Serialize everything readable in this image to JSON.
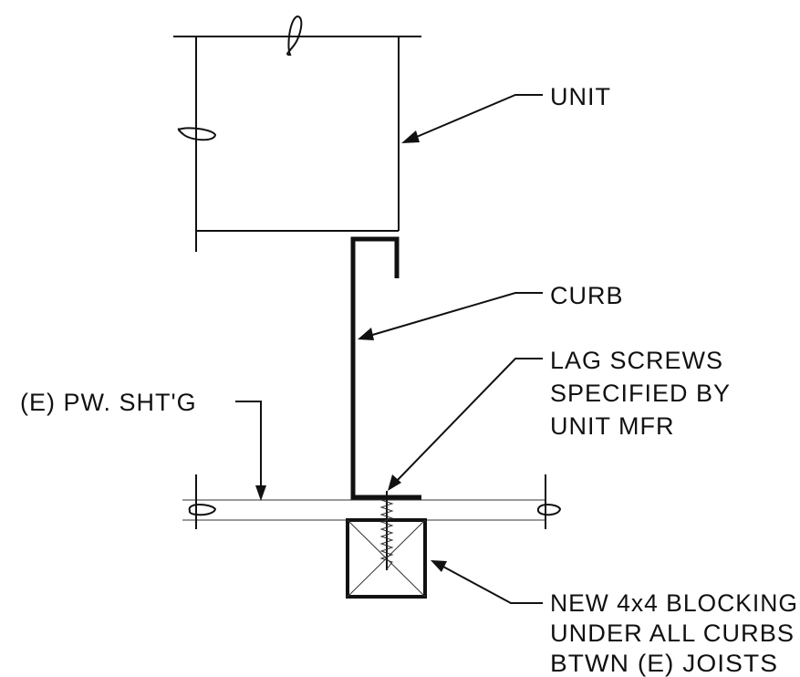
{
  "labels": {
    "unit": "UNIT",
    "curb": "CURB",
    "lag_line1": "LAG SCREWS",
    "lag_line2": "SPECIFIED BY",
    "lag_line3": "UNIT MFR",
    "sheathing": "(E) PW. SHT'G",
    "blocking_line1": "NEW 4x4 BLOCKING",
    "blocking_line2": "UNDER ALL CURBS",
    "blocking_line3": "BTWN (E) JOISTS"
  }
}
